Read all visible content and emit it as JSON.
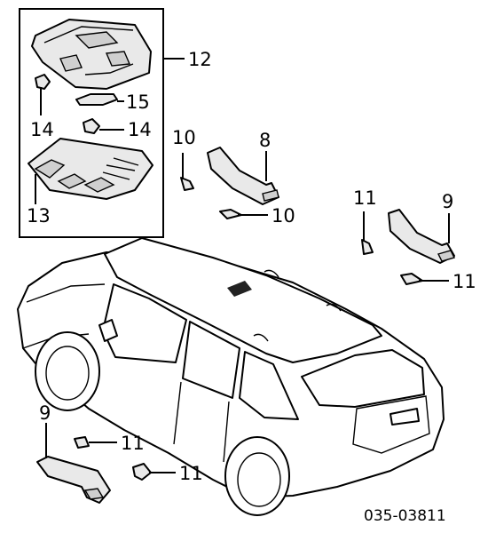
{
  "diagram": {
    "callouts": [
      {
        "id": "c12",
        "number": "12"
      },
      {
        "id": "c15",
        "number": "15"
      },
      {
        "id": "c14a",
        "number": "14"
      },
      {
        "id": "c14b",
        "number": "14"
      },
      {
        "id": "c13",
        "number": "13"
      },
      {
        "id": "c10a",
        "number": "10"
      },
      {
        "id": "c8",
        "number": "8"
      },
      {
        "id": "c10b",
        "number": "10"
      },
      {
        "id": "c11a",
        "number": "11"
      },
      {
        "id": "c9a",
        "number": "9"
      },
      {
        "id": "c11b",
        "number": "11"
      },
      {
        "id": "c9b",
        "number": "9"
      },
      {
        "id": "c11c",
        "number": "11"
      },
      {
        "id": "c11d",
        "number": "11"
      }
    ],
    "reference_code": "035-03811"
  }
}
